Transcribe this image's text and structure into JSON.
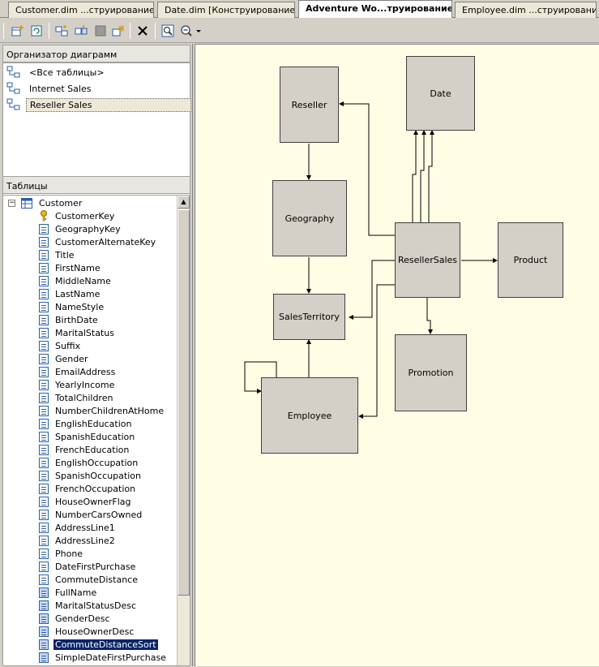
{
  "tabs": [
    {
      "label": "Customer.dim ...струирование]"
    },
    {
      "label": "Date.dim [Конструирование]"
    },
    {
      "label": "Adventure Wo...труирование]*"
    },
    {
      "label": "Employee.dim ...струирование]"
    }
  ],
  "toolbar": {
    "buttons": [
      "add-table-icon",
      "refresh-icon",
      "new-named-query-icon",
      "new-relationship-icon",
      "replace-table-icon",
      "new-calculation-icon",
      "delete-icon",
      "zoom-fit-icon",
      "zoom-out-icon",
      "dropdown-arrow-icon"
    ]
  },
  "diagram_organizer": {
    "header": "Организатор диаграмм",
    "items": [
      {
        "label": "<Все таблицы>"
      },
      {
        "label": "Internet Sales"
      },
      {
        "label": "Reseller Sales"
      }
    ]
  },
  "tables_panel": {
    "header": "Таблицы",
    "expand_symbol": "−",
    "root": "Customer",
    "columns": [
      {
        "label": "CustomerKey",
        "type": "key"
      },
      {
        "label": "GeographyKey",
        "type": "column"
      },
      {
        "label": "CustomerAlternateKey",
        "type": "column"
      },
      {
        "label": "Title",
        "type": "column"
      },
      {
        "label": "FirstName",
        "type": "column"
      },
      {
        "label": "MiddleName",
        "type": "column"
      },
      {
        "label": "LastName",
        "type": "column"
      },
      {
        "label": "NameStyle",
        "type": "column"
      },
      {
        "label": "BirthDate",
        "type": "column"
      },
      {
        "label": "MaritalStatus",
        "type": "column"
      },
      {
        "label": "Suffix",
        "type": "column"
      },
      {
        "label": "Gender",
        "type": "column"
      },
      {
        "label": "EmailAddress",
        "type": "column"
      },
      {
        "label": "YearlyIncome",
        "type": "column"
      },
      {
        "label": "TotalChildren",
        "type": "column"
      },
      {
        "label": "NumberChildrenAtHome",
        "type": "column"
      },
      {
        "label": "EnglishEducation",
        "type": "column"
      },
      {
        "label": "SpanishEducation",
        "type": "column"
      },
      {
        "label": "FrenchEducation",
        "type": "column"
      },
      {
        "label": "EnglishOccupation",
        "type": "column"
      },
      {
        "label": "SpanishOccupation",
        "type": "column"
      },
      {
        "label": "FrenchOccupation",
        "type": "column"
      },
      {
        "label": "HouseOwnerFlag",
        "type": "column"
      },
      {
        "label": "NumberCarsOwned",
        "type": "column"
      },
      {
        "label": "AddressLine1",
        "type": "column"
      },
      {
        "label": "AddressLine2",
        "type": "column"
      },
      {
        "label": "Phone",
        "type": "column"
      },
      {
        "label": "DateFirstPurchase",
        "type": "column"
      },
      {
        "label": "CommuteDistance",
        "type": "column"
      },
      {
        "label": "FullName",
        "type": "calculated"
      },
      {
        "label": "MaritalStatusDesc",
        "type": "calculated"
      },
      {
        "label": "GenderDesc",
        "type": "calculated"
      },
      {
        "label": "HouseOwnerDesc",
        "type": "calculated"
      },
      {
        "label": "CommuteDistanceSort",
        "type": "calculated",
        "selected": true
      },
      {
        "label": "SimpleDateFirstPurchase",
        "type": "calculated"
      }
    ]
  },
  "diagram": {
    "tables": [
      "Reseller",
      "Date",
      "Geography",
      "ResellerSales",
      "Product",
      "SalesTerritory",
      "Promotion",
      "Employee"
    ]
  },
  "colors": {
    "canvas_bg": "#fffee5",
    "table_fill": "#d4d0c8",
    "selection": "#0a246a"
  }
}
